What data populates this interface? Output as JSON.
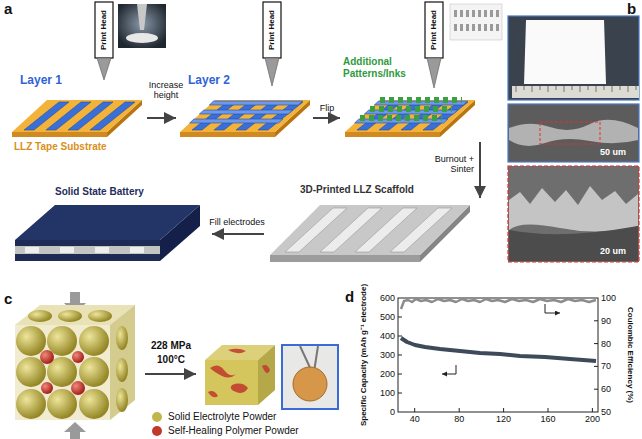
{
  "diagram": {
    "labels": [
      "a",
      "Print Head",
      "Print Head",
      "Print Head",
      "Layer 1",
      "Layer 2",
      "Additional Patterns/Inks",
      "LLZ Tape Substrate",
      "Increase height",
      "Flip",
      "Burnout + Sinter",
      "3D-Printed LLZ Scaffold",
      "Fill electrodes",
      "Solid State Battery",
      "b",
      "50 um",
      "20 um",
      "c",
      "228 MPa",
      "100°C",
      "d",
      "Specific Capacity (mAh g⁻¹ electrode)",
      "Coulombic Efficiency (%)",
      "600",
      "500",
      "400",
      "300",
      "200",
      "100",
      "0",
      "100",
      "90",
      "80",
      "70",
      "60",
      "50",
      "40",
      "80",
      "120",
      "160",
      "200"
    ],
    "legend": [
      {
        "text": "Solid Electrolyte Powder",
        "color": "#c2b64a"
      },
      {
        "text": "Self-Healing Polymer Powder",
        "color": "#c0392b"
      }
    ]
  }
}
